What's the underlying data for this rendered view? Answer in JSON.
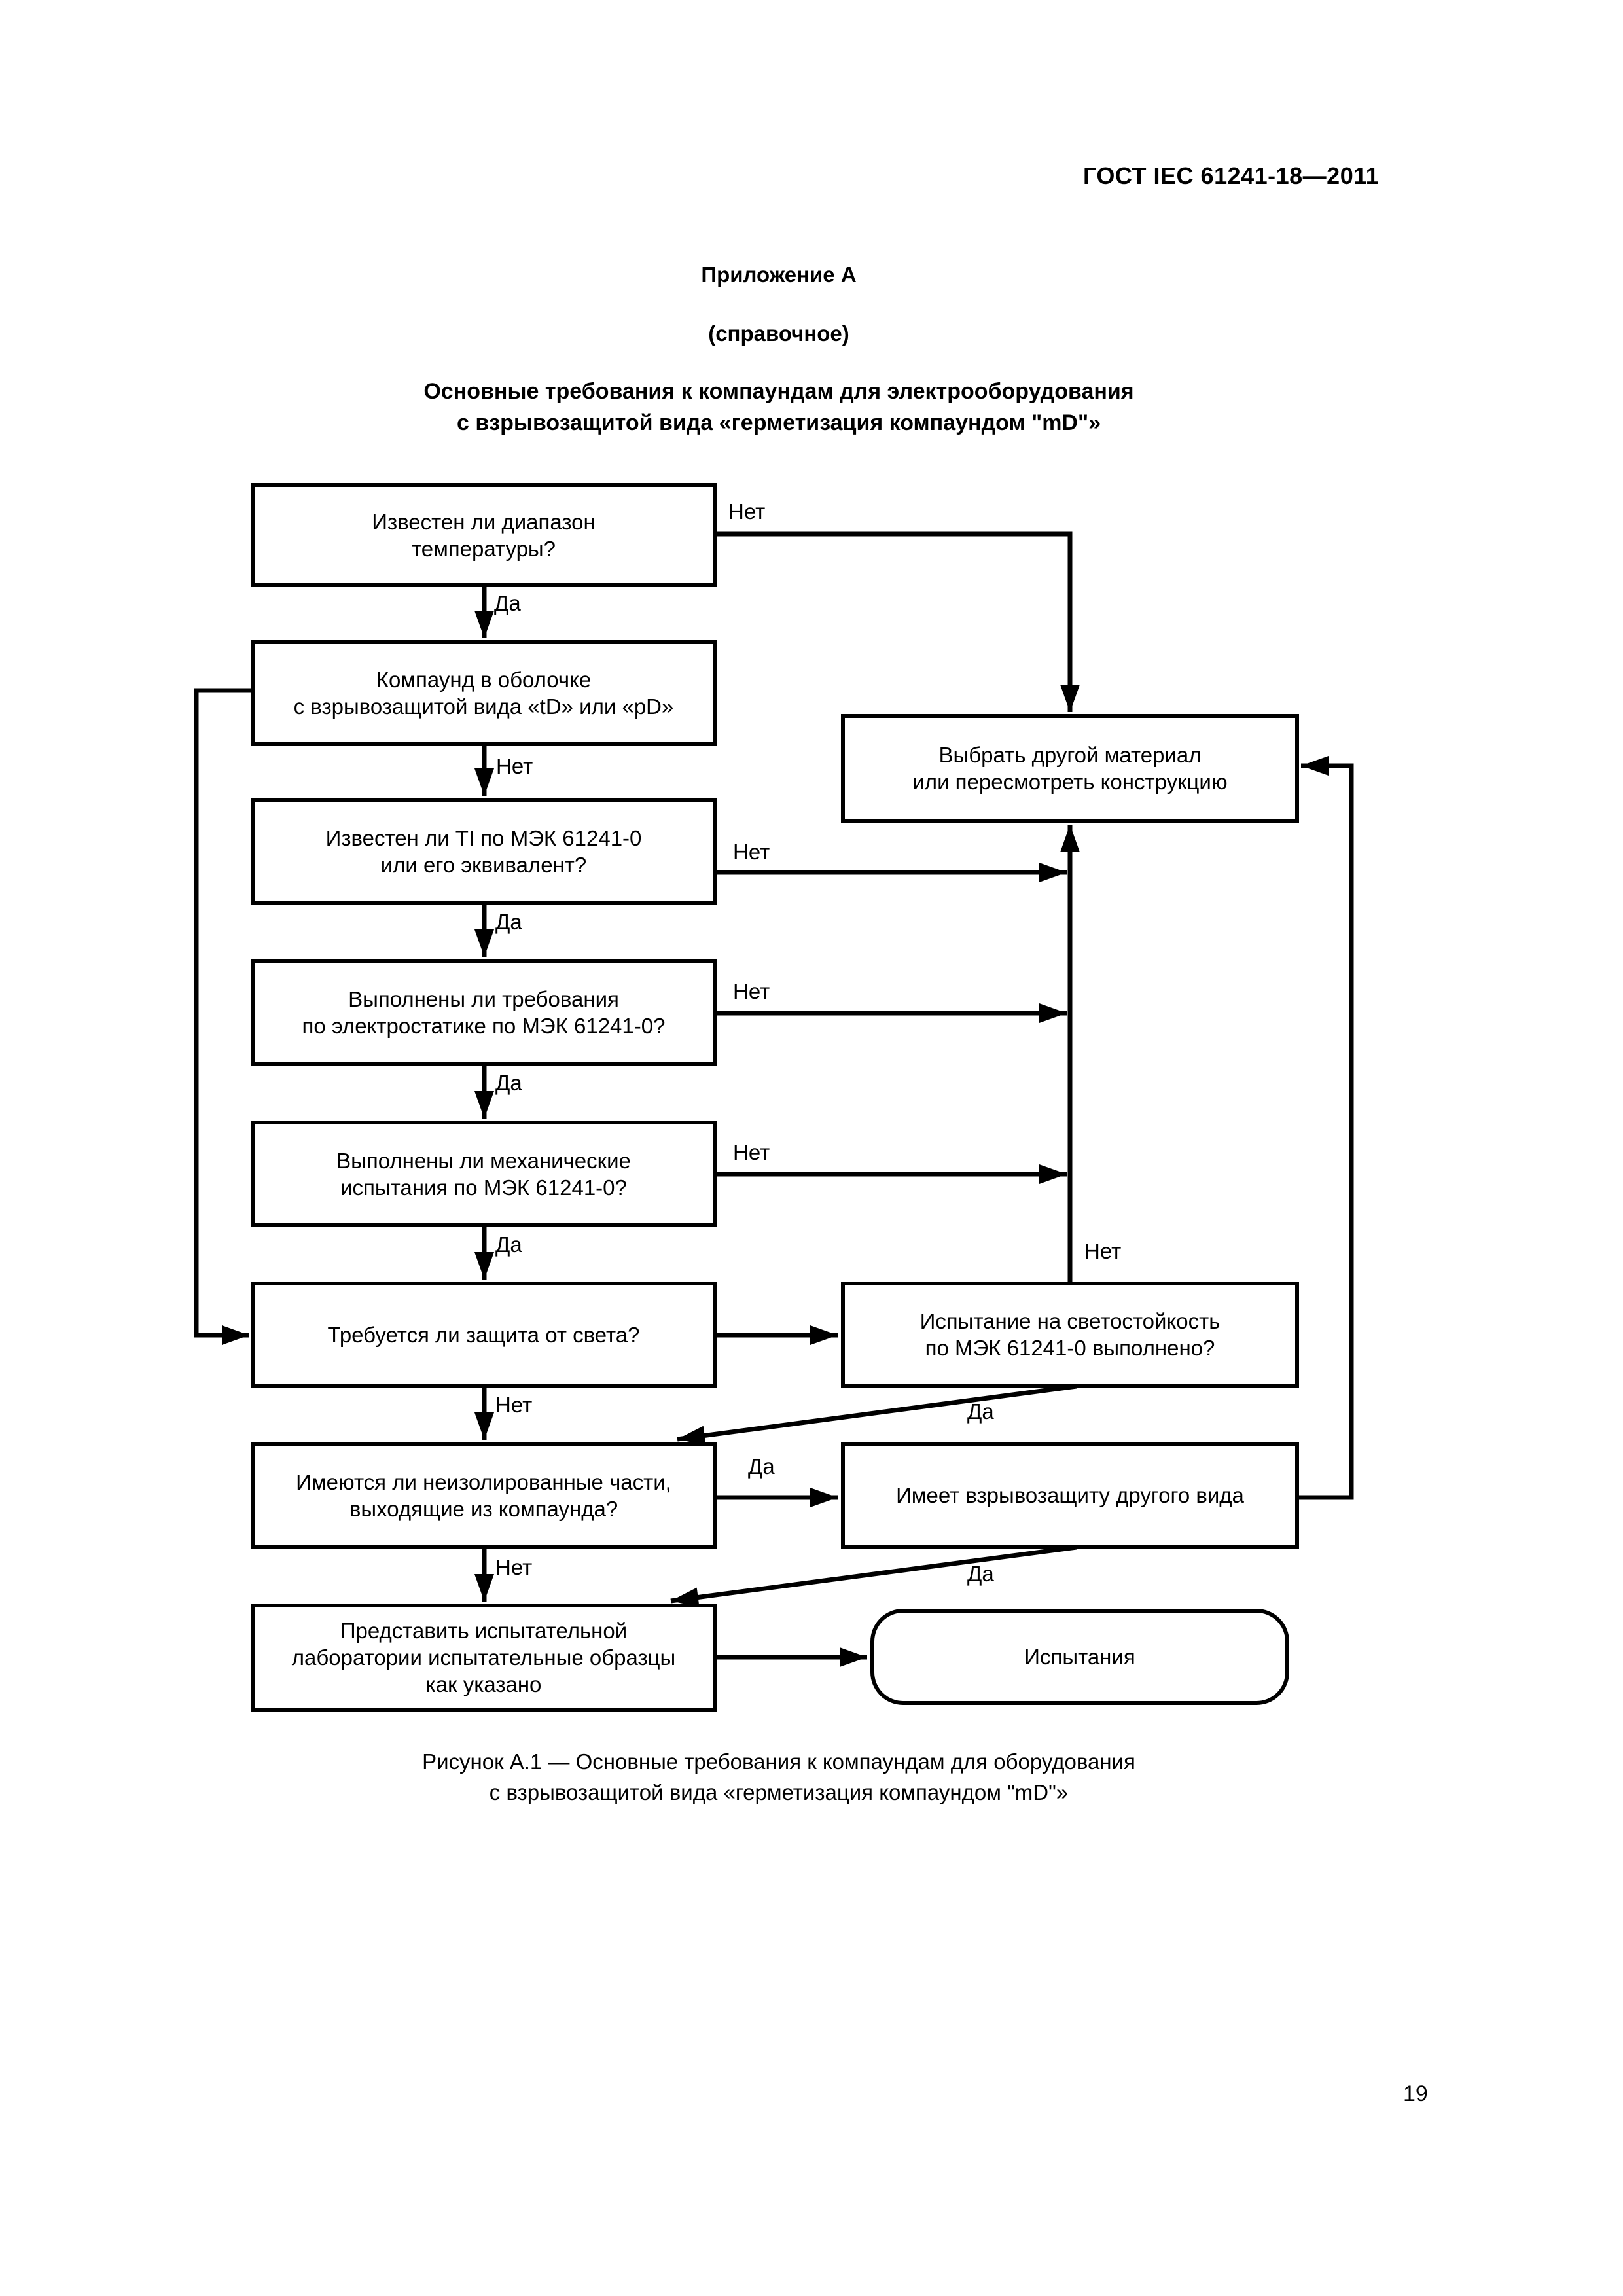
{
  "header": {
    "doc_code": "ГОСТ IEC 61241-18—2011"
  },
  "appendix": {
    "title": "Приложение А",
    "subtitle": "(справочное)"
  },
  "figure_title": "Основные требования к компаундам для электрооборудования\nс взрывозащитой вида «герметизация компаундом \"mD\"»",
  "flowchart": {
    "labels": {
      "yes": "Да",
      "no": "Нет"
    },
    "nodes": {
      "temp_range": "Известен ли диапазон\nтемпературы?",
      "compound_in_enclosure": "Компаунд в оболочке\nс взрывозащитой вида «tD» или «pD»",
      "ti_known": "Известен ли TI по МЭК 61241-0\nили его эквивалент?",
      "electrostatic": "Выполнены ли требования\nпо электростатике по МЭК 61241-0?",
      "mechanical": "Выполнены ли механические\nиспытания по МЭК 61241-0?",
      "light_protection": "Требуется ли защита от света?",
      "uninsulated_parts": "Имеются ли неизолированные части,\nвыходящие из компаунда?",
      "submit_samples": "Представить испытательной\nлаборатории испытательные образцы\nкак указано",
      "choose_material": "Выбрать другой материал\nили пересмотреть конструкцию",
      "light_test": "Испытание на светостойкость\nпо МЭК 61241-0 выполнено?",
      "other_protection": "Имеет взрывозащиту другого вида",
      "tests": "Испытания"
    }
  },
  "caption": "Рисунок А.1 — Основные требования к компаундам для оборудования\nс взрывозащитой вида «герметизация компаундом \"mD\"»",
  "page_number": "19"
}
